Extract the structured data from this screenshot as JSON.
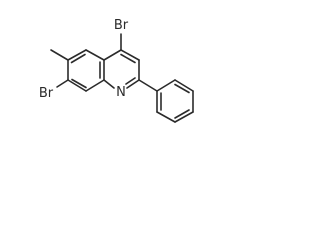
{
  "molecule": {
    "atoms": {
      "br_top": "Br",
      "br_left": "Br",
      "nitrogen": "N"
    }
  }
}
